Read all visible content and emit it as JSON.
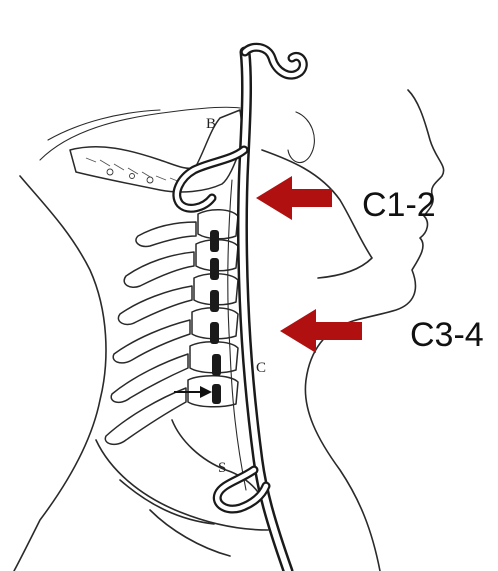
{
  "figure": {
    "labels": {
      "b": "B",
      "c": "C",
      "s": "S"
    },
    "callouts": [
      {
        "text": "C1-2",
        "arrow_color": "#b01010"
      },
      {
        "text": "C3-4",
        "arrow_color": "#b01010"
      }
    ]
  }
}
